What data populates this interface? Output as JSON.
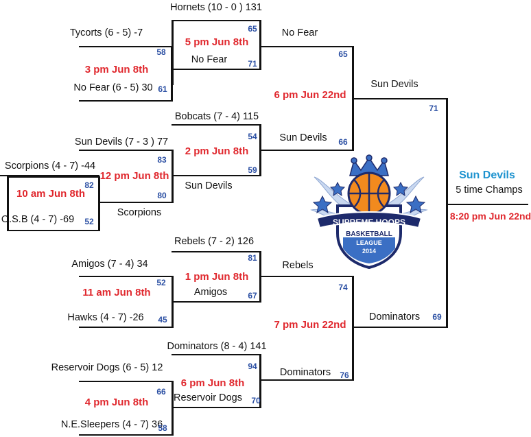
{
  "teams": {
    "hornets": "Hornets (10 - 0 ) 131",
    "tycorts": "Tycorts (6 - 5) -7",
    "nofear_seed": "No Fear (6 - 5) 30",
    "bobcats": "Bobcats (7 - 4) 115",
    "sundevils_seed": "Sun Devils (7 - 3 ) 77",
    "scorpions_seed": "Scorpions (4 - 7) -44",
    "osb": "O.S.B (4 - 7) -69",
    "rebels_seed": "Rebels (7 - 2) 126",
    "amigos_seed": "Amigos (7 - 4) 34",
    "hawks": "Hawks (4 - 7) -26",
    "dominators_seed": "Dominators (8 - 4) 141",
    "reservoir_seed": "Reservoir Dogs (6 - 5) 12",
    "nesleepers": "N.E.Sleepers (4 - 7) 36"
  },
  "winners": {
    "r1_nofear": "No Fear",
    "r1_scorpions": "Scorpions",
    "r1_amigos": "Amigos",
    "r1_reservoir": "Reservoir Dogs",
    "r2_nofear": "No Fear",
    "r2_sundevils": "Sun Devils",
    "r2_rebels": "Rebels",
    "r2_dominators": "Dominators",
    "semi_sundevils": "Sun Devils",
    "semi_dominators": "Dominators",
    "champion": "Sun Devils",
    "champion_note": "5 time Champs"
  },
  "games": {
    "g_3pm": "3 pm Jun 8th",
    "g_5pm": "5 pm Jun 8th",
    "g_10am": "10 am Jun 8th",
    "g_12pm": "12 pm Jun 8th",
    "g_2pm": "2 pm Jun 8th",
    "g_11am": "11 am Jun 8th",
    "g_1pm": "1 pm Jun 8th",
    "g_4pm": "4 pm Jun 8th",
    "g_6pm8": "6 pm Jun 8th",
    "g_6pm22": "6 pm Jun 22nd",
    "g_7pm22": "7 pm Jun 22nd",
    "g_final": "8:20 pm Jun 22nd"
  },
  "scores": {
    "s65a": "65",
    "s71a": "71",
    "s58a": "58",
    "s61": "61",
    "s65b": "65",
    "s54": "54",
    "s59": "59",
    "s83": "83",
    "s80": "80",
    "s82": "82",
    "s52a": "52",
    "s66a": "66",
    "s71b": "71",
    "s81": "81",
    "s67": "67",
    "s52b": "52",
    "s45": "45",
    "s74": "74",
    "s94": "94",
    "s70": "70",
    "s66b": "66",
    "s58b": "58",
    "s76": "76",
    "s69": "69"
  },
  "logo": {
    "line1": "SUPREME HOOPS",
    "line2": "BASKETBALL",
    "line3": "LEAGUE",
    "year": "2014",
    "colors": {
      "navy": "#1d2a6b",
      "blue": "#3b6fc4",
      "orange": "#f28a1e",
      "light": "#c9d8f0"
    }
  },
  "colors": {
    "game": "#e0282e",
    "score": "#2b4fa3",
    "champion": "#1f93cf",
    "line": "#111111"
  }
}
